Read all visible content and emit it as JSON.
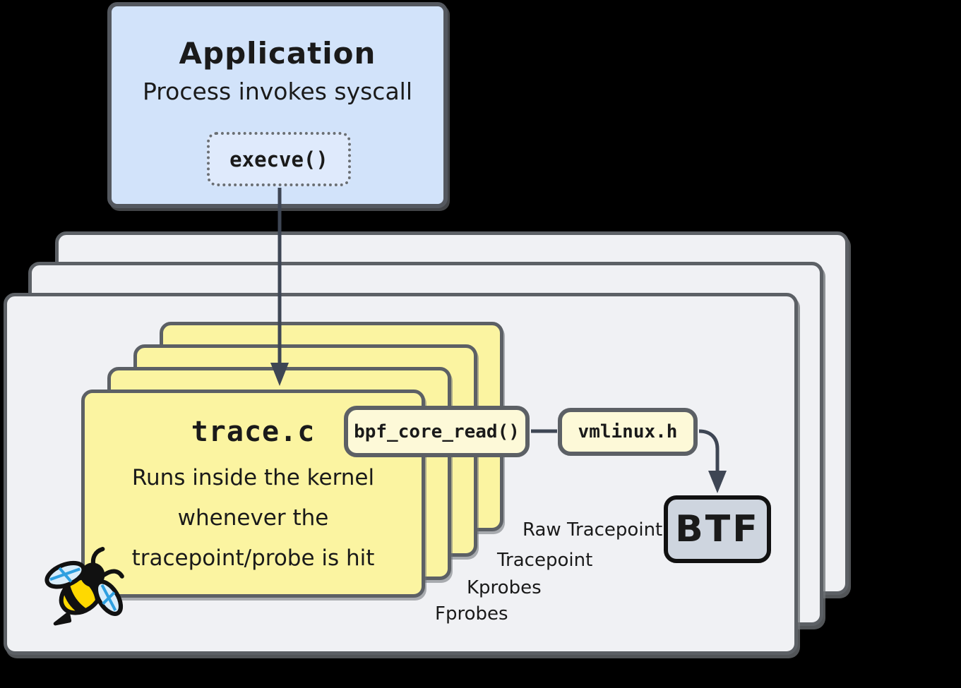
{
  "application": {
    "title": "Application",
    "subtitle": "Process invokes syscall",
    "syscall": "execve()"
  },
  "program": {
    "title": "trace.c",
    "description": [
      "Runs inside the kernel",
      "whenever the",
      "tracepoint/probe is hit"
    ]
  },
  "chips": {
    "bpf_core_read": "bpf_core_read()",
    "vmlinux": "vmlinux.h",
    "btf": "BTF"
  },
  "hooks": [
    "Raw Tracepoint",
    "Tracepoint",
    "Kprobes",
    "Fprobes"
  ],
  "icons": {
    "bee": "bee-icon"
  },
  "colors": {
    "background": "#000000",
    "layer_fill": "#f0f1f4",
    "layer_border": "#5c6065",
    "app_fill": "#d2e3fa",
    "app_inner_fill": "#dfeafc",
    "card_fill": "#fbf4a1",
    "chip_fill": "#fdf9d8",
    "btf_fill": "#ced5df",
    "btf_border": "#111111",
    "arrow": "#3e4654",
    "text": "#1a1a1a"
  }
}
